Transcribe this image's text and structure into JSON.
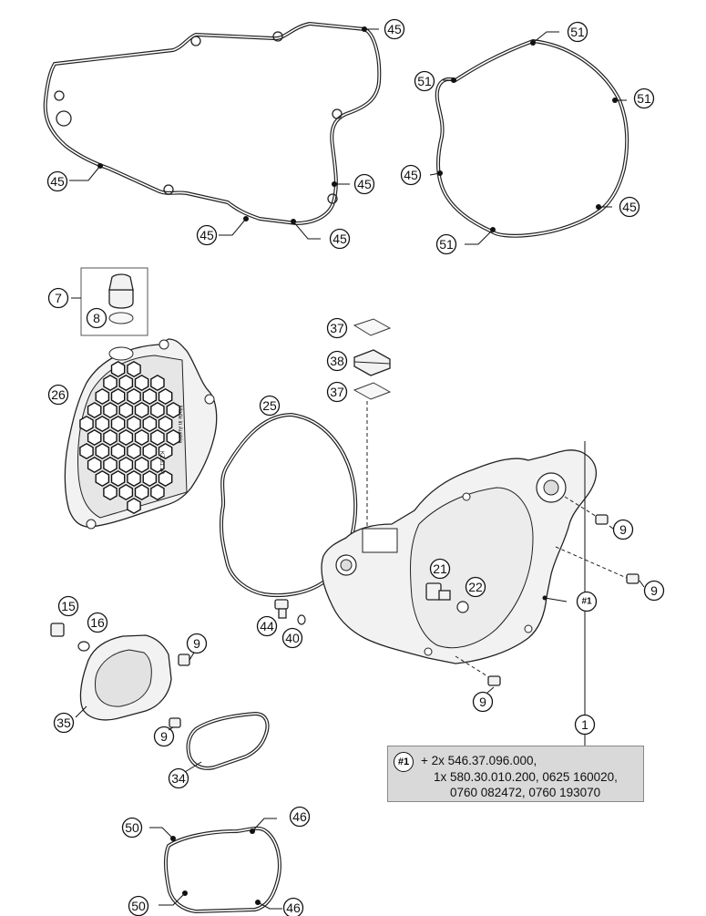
{
  "callouts": {
    "c45a": "45",
    "c45b": "45",
    "c45c": "45",
    "c45d": "45",
    "c45e": "45",
    "c45f": "45",
    "c45g": "45",
    "c51a": "51",
    "c51b": "51",
    "c51c": "51",
    "c51d": "51",
    "c7": "7",
    "c8": "8",
    "c26": "26",
    "c25": "25",
    "c37a": "37",
    "c38": "38",
    "c37b": "37",
    "c9a": "9",
    "c9b": "9",
    "c9c": "9",
    "c9d": "9",
    "c9e": "9",
    "c21": "21",
    "c22": "22",
    "c1hash": "#1",
    "c15": "15",
    "c16": "16",
    "c35": "35",
    "c44": "44",
    "c40": "40",
    "c34": "34",
    "c1": "1",
    "c50a": "50",
    "c46a": "46",
    "c50b": "50",
    "c46b": "46"
  },
  "cover_text": {
    "made_in": "Made in Austria",
    "code": "KZ 81.1P"
  },
  "note": {
    "badge": "#1",
    "line1": "+ 2x 546.37.096.000,",
    "line2": "1x 580.30.010.200, 0625 160020,",
    "line3": "0760 082472, 0760 193070"
  }
}
